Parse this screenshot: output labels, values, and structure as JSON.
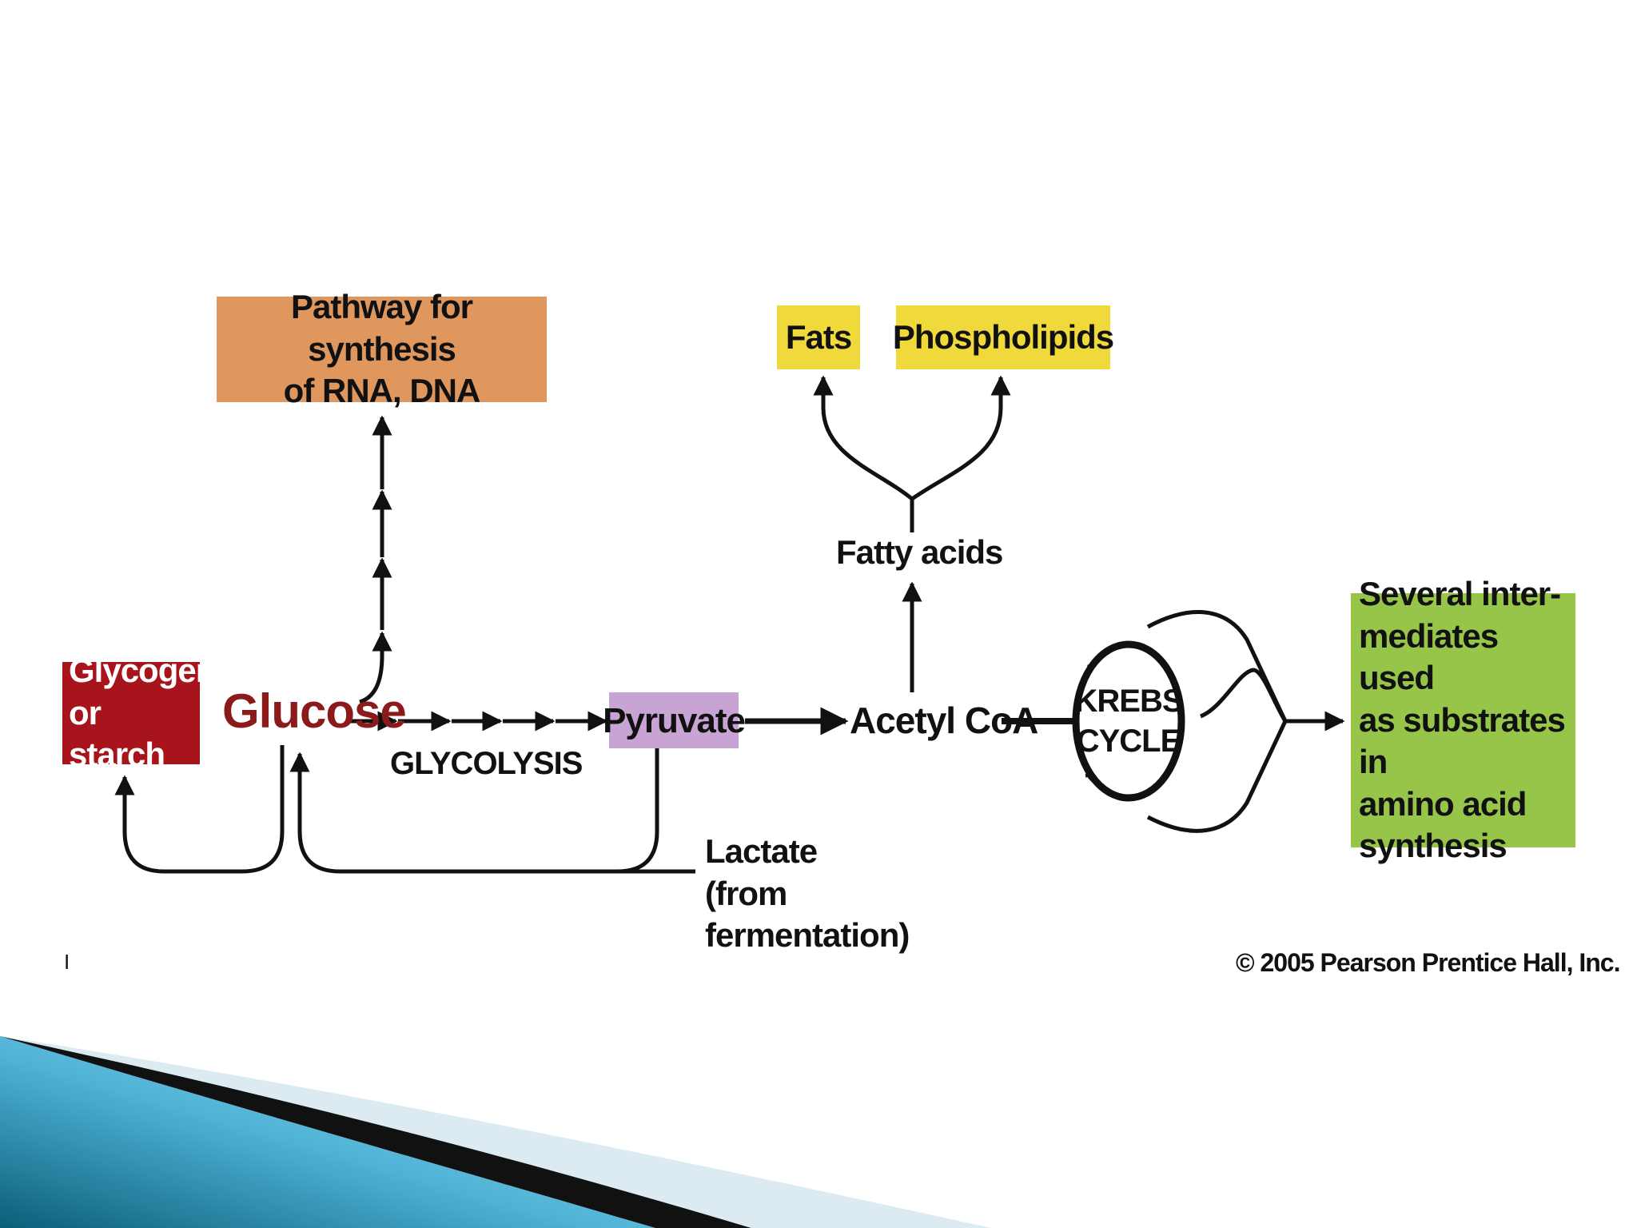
{
  "nodes": {
    "glycogen": {
      "lines": [
        "Glycogen",
        "or starch"
      ],
      "color": "#a8141c",
      "text_color": "#ffffff"
    },
    "glucose": {
      "label": "Glucose",
      "text_color": "#8b1a1a"
    },
    "rna_dna": {
      "lines": [
        "Pathway for synthesis",
        "of RNA, DNA"
      ],
      "color": "#e0975e"
    },
    "glycolysis": {
      "label": "GLYCOLYSIS"
    },
    "pyruvate": {
      "label": "Pyruvate",
      "color": "#c8a4d4"
    },
    "acetyl_coa": {
      "label": "Acetyl CoA"
    },
    "fatty_acids": {
      "label": "Fatty acids"
    },
    "fats": {
      "label": "Fats",
      "color": "#f0d93a"
    },
    "phospholipids": {
      "label": "Phospholipids",
      "color": "#f0d93a"
    },
    "krebs": {
      "lines": [
        "KREBS",
        "CYCLE"
      ]
    },
    "amino_acids": {
      "lines": [
        "Several inter-",
        "mediates used",
        "as substrates in",
        "amino acid",
        "synthesis"
      ],
      "color": "#96c54a"
    },
    "lactate": {
      "lines": [
        "Lactate",
        "(from fermentation)"
      ]
    }
  },
  "copyright": "© 2005 Pearson Prentice Hall, Inc.",
  "stray_mark": "I"
}
